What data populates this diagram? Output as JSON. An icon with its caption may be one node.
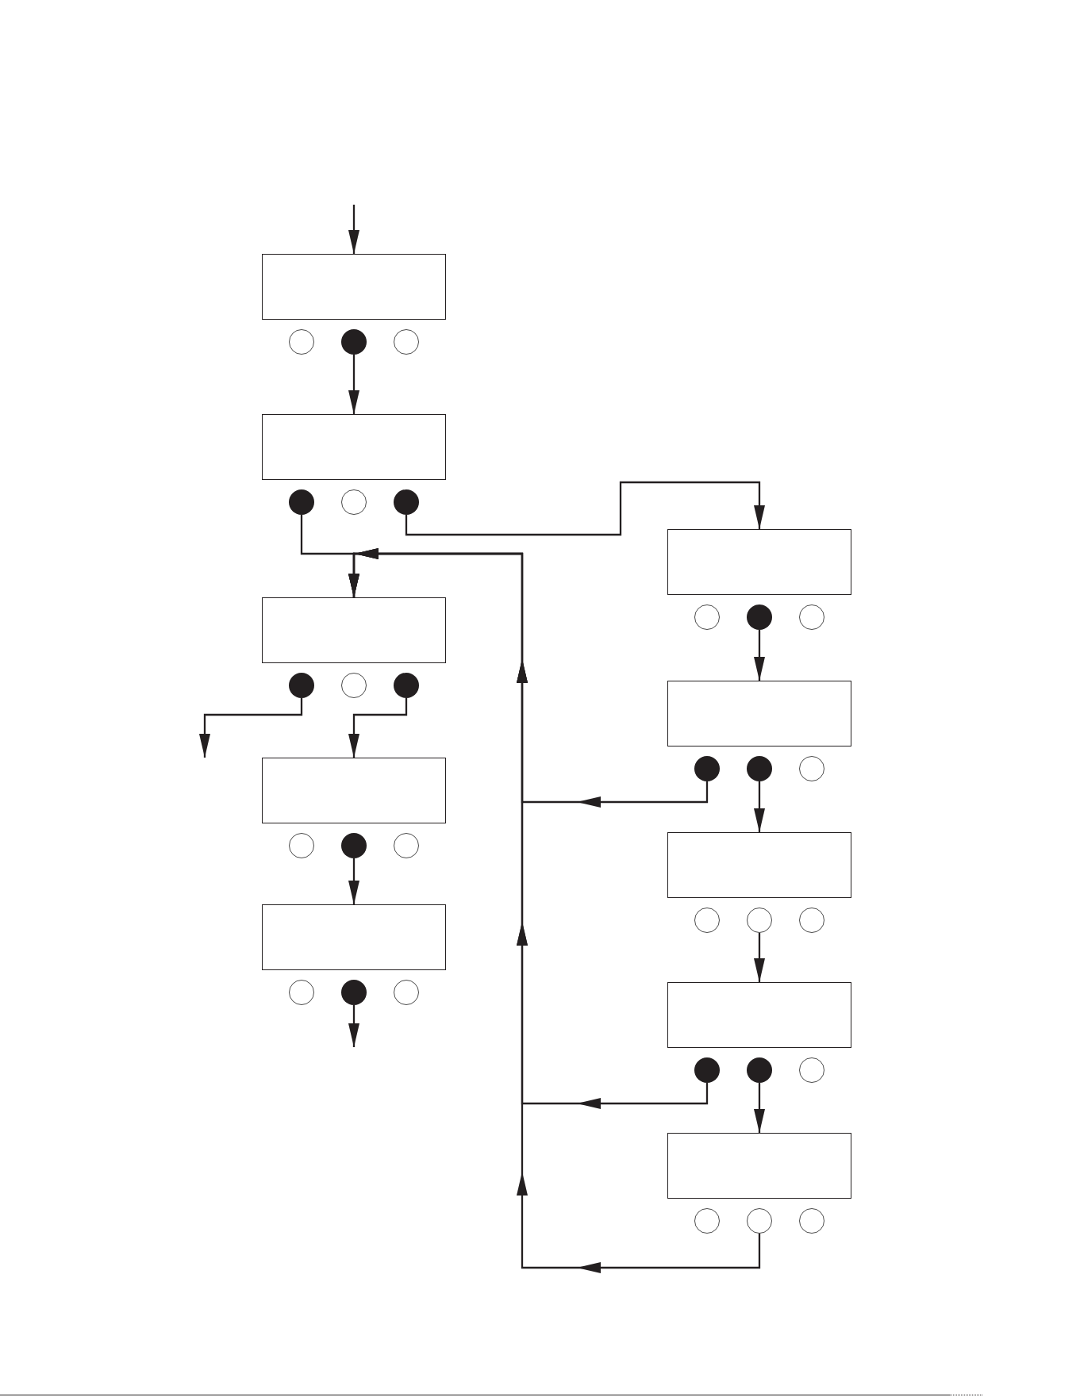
{
  "diagram": {
    "nodes": [
      {
        "text": [],
        "shape": "box"
      },
      {
        "text": [],
        "shape": "circle"
      },
      {
        "text": [],
        "shape": "dot"
      },
      {
        "text": [],
        "shape": "circle"
      },
      {
        "text": [],
        "shape": "box"
      },
      {
        "text": [],
        "shape": "dot"
      },
      {
        "text": [],
        "shape": "circle"
      },
      {
        "text": [],
        "shape": "dot"
      },
      {
        "text": [],
        "shape": "box"
      },
      {
        "text": [],
        "shape": "dot"
      },
      {
        "text": [],
        "shape": "circle"
      },
      {
        "text": [],
        "shape": "dot"
      },
      {
        "text": [],
        "shape": "box"
      },
      {
        "text": [],
        "shape": "circle"
      },
      {
        "text": [],
        "shape": "dot"
      },
      {
        "text": [],
        "shape": "circle"
      },
      {
        "text": [],
        "shape": "box"
      },
      {
        "text": [],
        "shape": "circle"
      },
      {
        "text": [],
        "shape": "dot"
      },
      {
        "text": [],
        "shape": "circle"
      },
      {
        "text": [],
        "shape": "box"
      },
      {
        "text": [],
        "shape": "circle"
      },
      {
        "text": [],
        "shape": "dot"
      },
      {
        "text": [],
        "shape": "circle"
      },
      {
        "text": [],
        "shape": "box"
      },
      {
        "text": [],
        "shape": "dot"
      },
      {
        "text": [],
        "shape": "dot"
      },
      {
        "text": [],
        "shape": "circle"
      },
      {
        "text": [],
        "shape": "box"
      },
      {
        "text": [],
        "shape": "circle"
      },
      {
        "text": [],
        "shape": "circle"
      },
      {
        "text": [],
        "shape": "circle"
      },
      {
        "text": [],
        "shape": "box"
      },
      {
        "text": [],
        "shape": "dot"
      },
      {
        "text": [],
        "shape": "dot"
      },
      {
        "text": [],
        "shape": "circle"
      },
      {
        "text": [],
        "shape": "box"
      },
      {
        "text": [],
        "shape": "circle"
      },
      {
        "text": [],
        "shape": "circle"
      },
      {
        "text": [],
        "shape": "circle"
      }
    ],
    "edges": [
      {
        "from": null,
        "to": 0,
        "arrow": "to"
      },
      {
        "from": 2,
        "to": 4,
        "arrow": "to"
      },
      {
        "from": 5,
        "to": 8,
        "arrow": "to"
      },
      {
        "from": 7,
        "to": 20,
        "arrow": "to"
      },
      {
        "from": 9,
        "to": null,
        "arrow": "to"
      },
      {
        "from": 11,
        "to": 12,
        "arrow": "to"
      },
      {
        "from": 14,
        "to": 16,
        "arrow": "to"
      },
      {
        "from": 18,
        "to": null,
        "arrow": "to"
      },
      {
        "from": 22,
        "to": 24,
        "arrow": "to"
      },
      {
        "from": 25,
        "to": 8,
        "arrow": "to"
      },
      {
        "from": 26,
        "to": 28,
        "arrow": "to"
      },
      {
        "from": 30,
        "to": 32,
        "arrow": "to"
      },
      {
        "from": 33,
        "to": 8,
        "arrow": "to"
      },
      {
        "from": 34,
        "to": 36,
        "arrow": "to"
      },
      {
        "from": 38,
        "to": 8,
        "arrow": "to"
      }
    ]
  }
}
